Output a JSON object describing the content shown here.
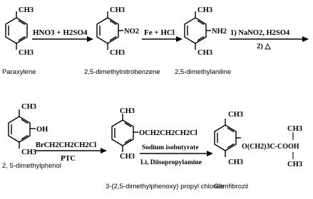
{
  "row1": {
    "compound1": {
      "substituent_top": "CH3",
      "substituent_bottom": "CH3",
      "caption": "Paraxylene"
    },
    "arrow1": {
      "reagents": "HNO3 + H2SO4"
    },
    "compound2": {
      "substituent_top": "CH3",
      "substituent_side": "NO2",
      "substituent_bottom": "CH3",
      "caption": "2,5-dimethylnitrobenzene"
    },
    "arrow2": {
      "reagents": "Fe + HCl"
    },
    "compound3": {
      "substituent_top": "CH3",
      "substituent_side": "NH2",
      "substituent_bottom": "CH3",
      "caption": "2,5-dimethylaniline"
    },
    "arrow3": {
      "reagents_line1": "1) NaNO2, H2SO4",
      "reagents_line2": "2) △"
    }
  },
  "row2": {
    "compound4": {
      "substituent_top": "CH3",
      "substituent_side": "OH",
      "substituent_bottom": "CH3",
      "caption": "2, 5-dimethylphenol"
    },
    "arrow4": {
      "reagents_above": "BrCH2CH2CH2Cl",
      "reagents_below": "PTC"
    },
    "compound5": {
      "substituent_top": "CH3",
      "substituent_side": "OCH2CH2CH2Cl",
      "substituent_bottom": "CH3",
      "caption": "3-(2,5-dimethylphenoxy) propyl chloride"
    },
    "arrow5": {
      "reagents_above": "Sodium isobutyrate",
      "reagents_below": "Li, Diisopropylamine"
    },
    "compound6": {
      "substituent_top": "CH3",
      "side_chain": "O(CH2)3C-COOH",
      "chain_methyl_top": "CH3",
      "chain_methyl_bottom": "CH3",
      "substituent_bottom": "CH3",
      "caption": "Gemfibrozil"
    }
  }
}
